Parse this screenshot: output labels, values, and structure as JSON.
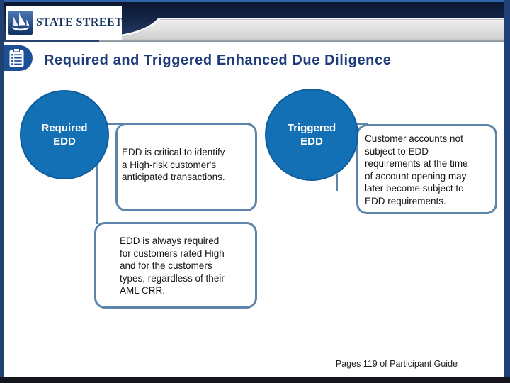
{
  "slide": {
    "brand": "STATE STREET.",
    "title": "Required and Triggered Enhanced Due Diligence",
    "nodes": {
      "required": "Required\nEDD",
      "triggered": "Triggered\nEDD"
    },
    "callouts": {
      "critical": "EDD is critical to identify\na High-risk customer's\nanticipated transactions.",
      "always": "EDD is always required\nfor customers rated High\nand for the customers\ntypes, regardless of their\nAML CRR.",
      "customer": "Customer accounts not\nsubject to EDD\nrequirements at the time\nof account opening may\nlater become subject to\nEDD requirements."
    },
    "footer": "Pages 119 of Participant Guide",
    "icons": {
      "ship_logo": "ship-logo-icon",
      "clipboard": "clipboard-list-icon"
    },
    "colors": {
      "header_navy_top": "#0c1730",
      "header_navy_bottom": "#29446f",
      "header_accent_blue": "#2e62ab",
      "header_gray_band": "#e9e9e9",
      "title_navy": "#1e3c78",
      "title_tab_blue": "#1d4f96",
      "node_fill_blue": "#1470b4",
      "node_border_blue": "#0d5d9d",
      "callout_border_steel": "#5d85aa",
      "frame_border_navy": "#1e4077",
      "bottom_bar_dark": "#15151d"
    }
  }
}
